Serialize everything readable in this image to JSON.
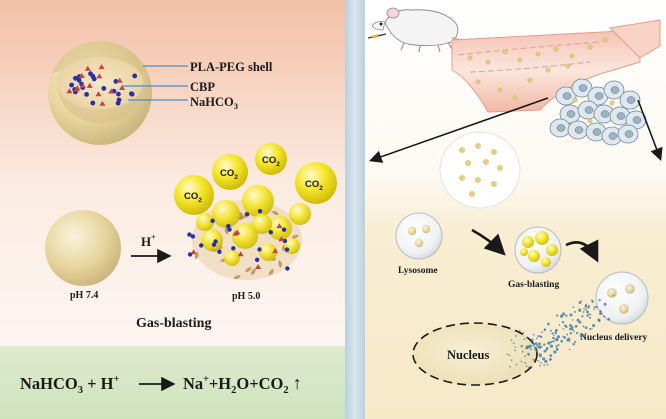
{
  "left_panel": {
    "shell_label": "PLA-PEG shell",
    "cbp_label": "CBP",
    "nahco3_label_main": "NaHCO",
    "nahco3_label_sub": "3",
    "ph_before": "pH 7.4",
    "ph_after": "pH 5.0",
    "proton_label": "H",
    "proton_charge": "+",
    "co2_main": "CO",
    "co2_sub": "2",
    "caption": "Gas-blasting"
  },
  "equation": {
    "reactant_main": "NaHCO",
    "reactant_sub": "3",
    "plus": "+ H",
    "plus_charge": "+",
    "product_na": "Na",
    "product_na_charge": "+",
    "product_rest": "+H",
    "product_water_sub": "2",
    "product_o": "O+CO",
    "product_co2_sub": "2",
    "gas_arrow": "↑"
  },
  "right_panel": {
    "lysosome_label": "Lysosome",
    "gas_blasting_label": "Gas-blasting",
    "nucleus_label": "Nucleus",
    "nucleus_delivery_label": "Nucleus delivery"
  },
  "colors": {
    "left_top": "#f4c7b0",
    "left_mid": "#fbeee4",
    "equation_bg": "#d6e8c6",
    "divider": "#c7dbe6",
    "right_top": "#ffffff",
    "right_bottom": "#f8edd0",
    "bubble_fill": "#f2e22a",
    "particle_tan": "#e7d7a2",
    "dot_blue": "#2630a8",
    "dot_red": "#c0453a"
  }
}
